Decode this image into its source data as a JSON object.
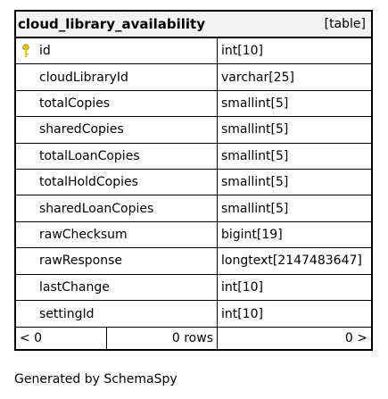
{
  "table": {
    "name": "cloud_library_availability",
    "type_label": "[table]",
    "columns": [
      {
        "name": "id",
        "type": "int[10]",
        "primary_key": true
      },
      {
        "name": "cloudLibraryId",
        "type": "varchar[25]",
        "primary_key": false
      },
      {
        "name": "totalCopies",
        "type": "smallint[5]",
        "primary_key": false
      },
      {
        "name": "sharedCopies",
        "type": "smallint[5]",
        "primary_key": false
      },
      {
        "name": "totalLoanCopies",
        "type": "smallint[5]",
        "primary_key": false
      },
      {
        "name": "totalHoldCopies",
        "type": "smallint[5]",
        "primary_key": false
      },
      {
        "name": "sharedLoanCopies",
        "type": "smallint[5]",
        "primary_key": false
      },
      {
        "name": "rawChecksum",
        "type": "bigint[19]",
        "primary_key": false
      },
      {
        "name": "rawResponse",
        "type": "longtext[2147483647]",
        "primary_key": false
      },
      {
        "name": "lastChange",
        "type": "int[10]",
        "primary_key": false
      },
      {
        "name": "settingId",
        "type": "int[10]",
        "primary_key": false
      }
    ],
    "footer": {
      "left": "< 0",
      "rows": "0 rows",
      "right": "0 >"
    }
  },
  "generated_by": "Generated by SchemaSpy",
  "colors": {
    "header_background": "#f2f2f2",
    "key_icon": "#e8c400",
    "border": "#000000"
  },
  "icons": {
    "primary_key": "key-icon"
  }
}
